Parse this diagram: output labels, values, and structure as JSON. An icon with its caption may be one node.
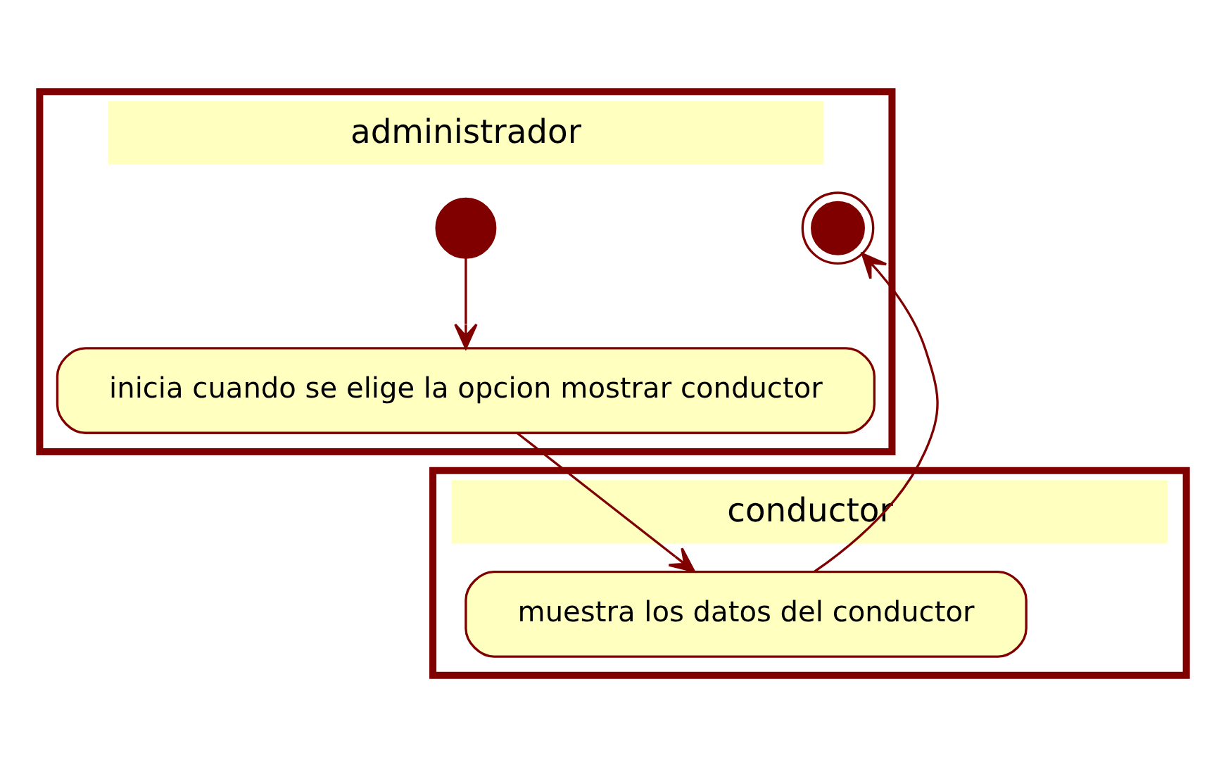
{
  "diagram": {
    "nodes": [
      {
        "text": [
          "administrador"
        ]
      },
      {
        "text": [
          "conductor"
        ]
      },
      {
        "text": [],
        "shape": "circle",
        "in": 0
      },
      {
        "text": [
          "inicia cuando se elige la opcion mostrar conductor"
        ],
        "in": 0
      },
      {
        "text": [
          "muestra los datos del conductor"
        ],
        "in": 1
      },
      {
        "text": [],
        "shape": "bullseye",
        "in": 0
      }
    ],
    "edges": [
      {
        "from": 2,
        "to": 3,
        "arrow": "to"
      },
      {
        "from": 3,
        "to": 4,
        "arrow": "to"
      },
      {
        "from": 4,
        "to": 5,
        "arrow": "to"
      }
    ]
  }
}
